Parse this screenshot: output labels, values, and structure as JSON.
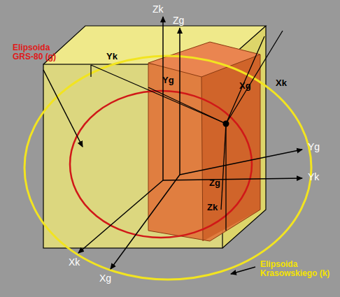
{
  "diagram": {
    "labels": [
      "Elipsoida GRS-80 (g)",
      "Elipsoida Krasowskiego (k)",
      "Zk",
      "Zg",
      "Yg",
      "Yk",
      "Xk",
      "Xg",
      "Yk",
      "Yg",
      "Xg",
      "Xk",
      "Zg",
      "Zk"
    ]
  }
}
